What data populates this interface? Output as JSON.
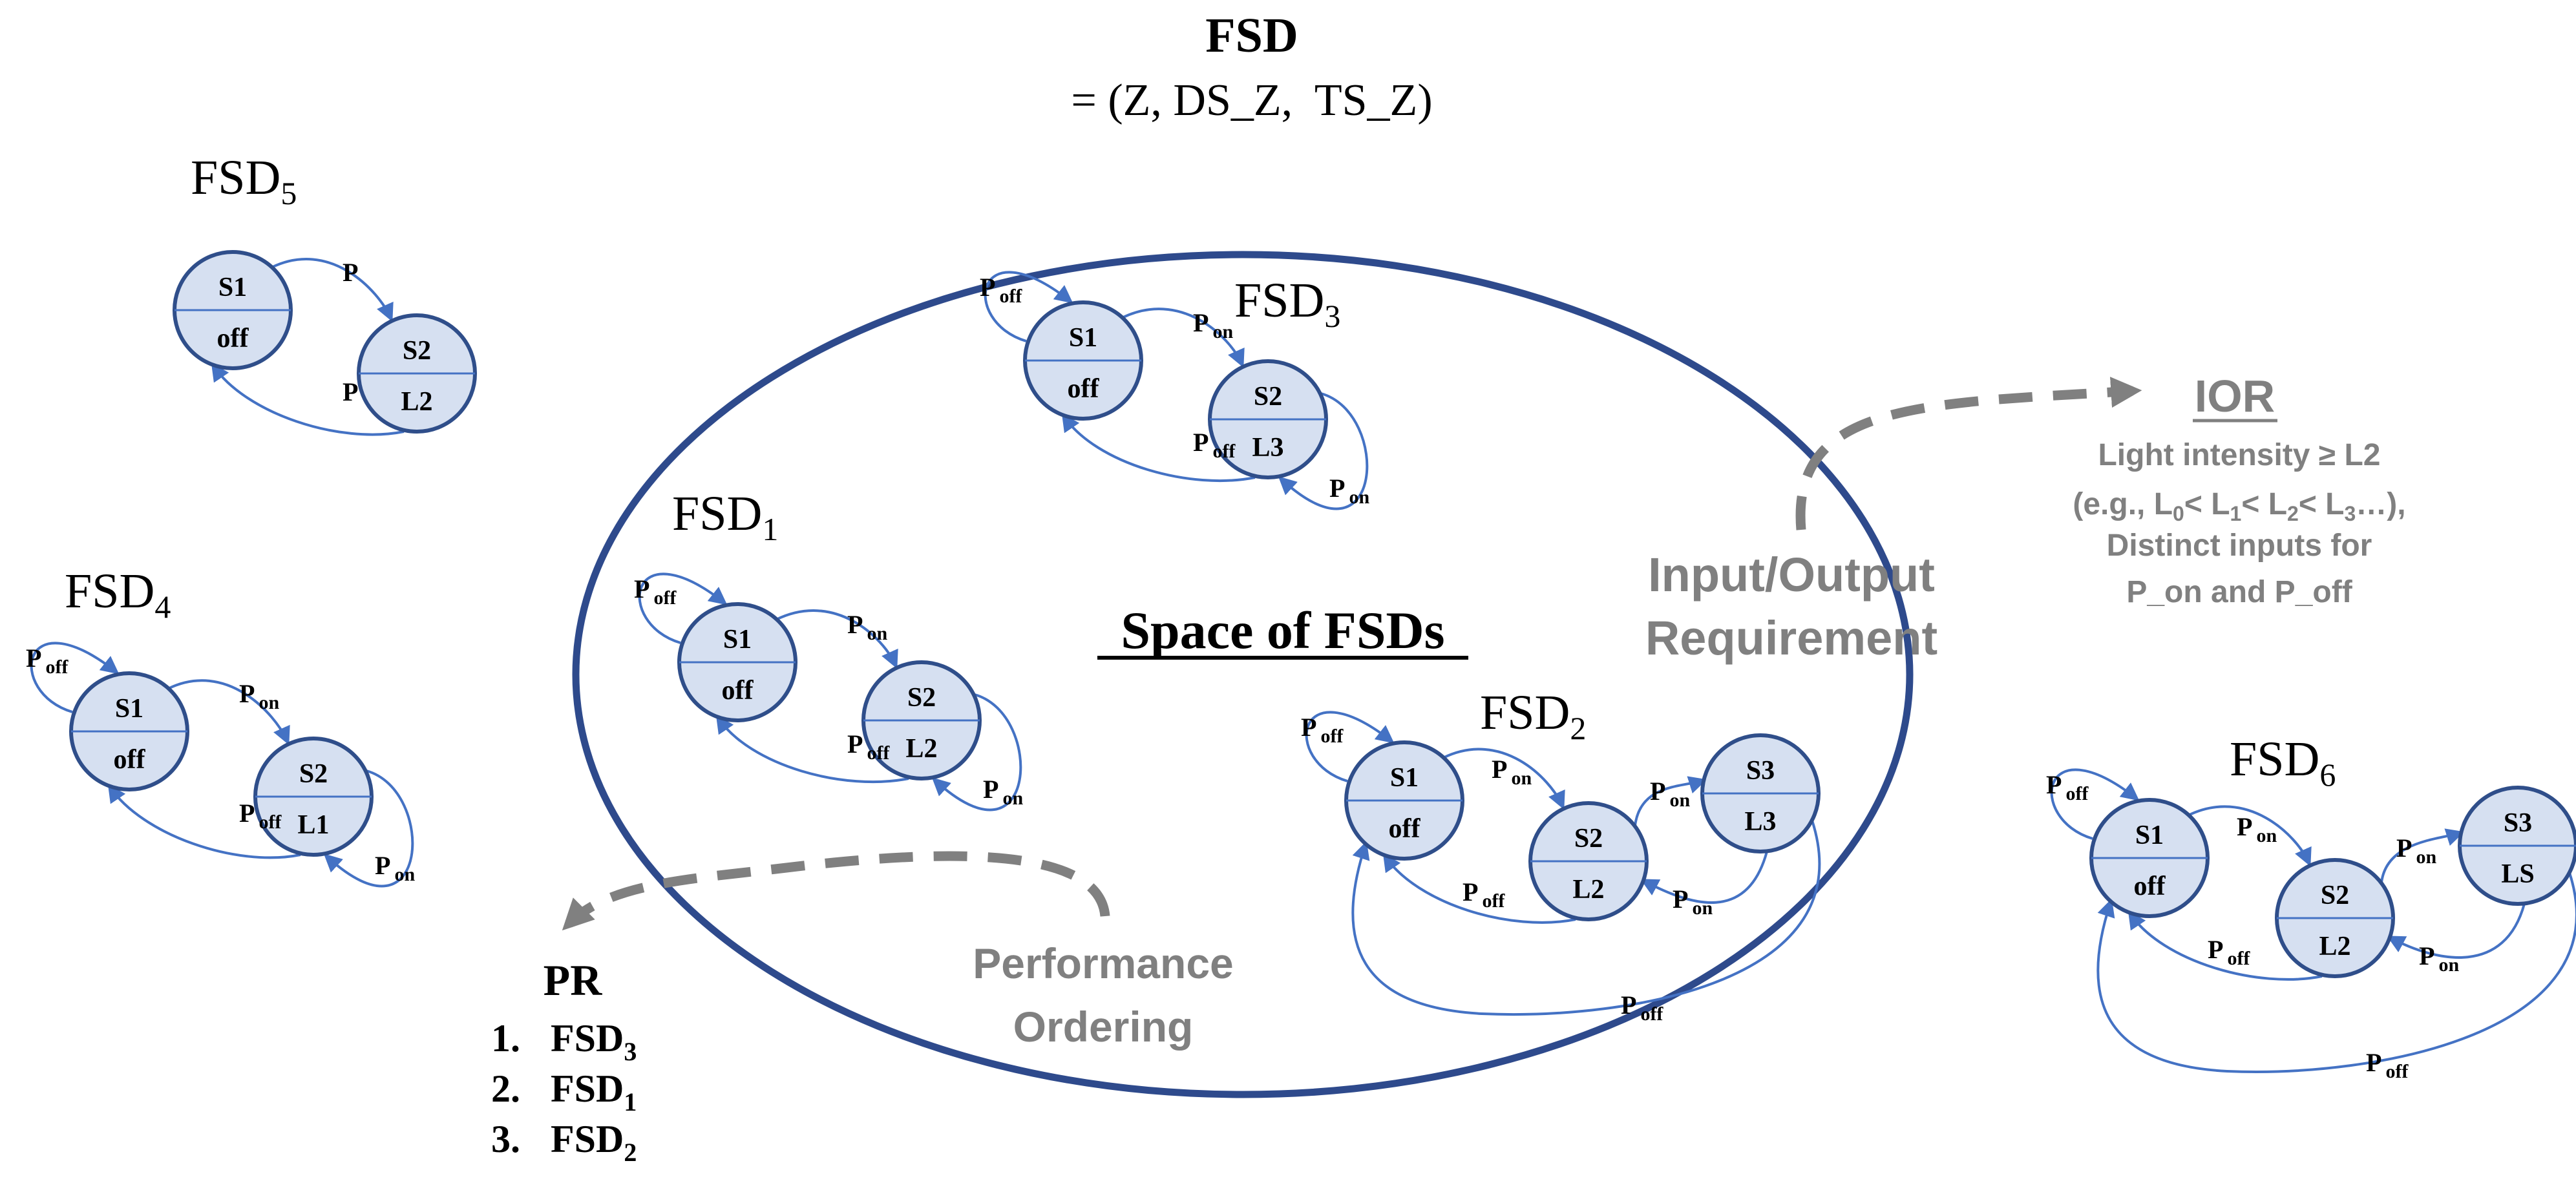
{
  "colors": {
    "state_fill": "#d6e0f1",
    "state_stroke": "#2f4e8a",
    "arrow": "#4472c4",
    "ellipse": "#2e4a8c",
    "gray": "#808080",
    "text": "#000000"
  },
  "header": {
    "title": "FSD",
    "subtitle": "= (Z, DS_Z,  TS_Z)"
  },
  "space_label": "Space of FSDs",
  "ior_link_label": [
    "Input/Output",
    "Requirement"
  ],
  "perf_link_label": [
    "Performance",
    "Ordering"
  ],
  "ior": {
    "title": "IOR",
    "line1": "Light intensity ≥ L2",
    "line2_parts": [
      "(e.g., L",
      "0",
      "< L",
      "1",
      "< L",
      "2",
      "< L",
      "3",
      "…),"
    ],
    "line3": "Distinct inputs for",
    "line4": "P_on and P_off"
  },
  "pr": {
    "title": "PR",
    "items": [
      {
        "num": "1.",
        "name": "FSD",
        "sub": "3"
      },
      {
        "num": "2.",
        "name": "FSD",
        "sub": "1"
      },
      {
        "num": "3.",
        "name": "FSD",
        "sub": "2"
      }
    ]
  },
  "diagrams": [
    {
      "name": "FSD",
      "sub": "5",
      "states": [
        {
          "id": "S1",
          "out": "off"
        },
        {
          "id": "S2",
          "out": "L2"
        }
      ],
      "labels": {
        "fwd": [
          "P",
          ""
        ],
        "back": [
          "P",
          ""
        ]
      }
    },
    {
      "name": "FSD",
      "sub": "4",
      "states": [
        {
          "id": "S1",
          "out": "off"
        },
        {
          "id": "S2",
          "out": "L1"
        }
      ],
      "labels": {
        "self1": [
          "P",
          "off"
        ],
        "fwd": [
          "P",
          "on"
        ],
        "back": [
          "P",
          "off"
        ],
        "self2": [
          "P",
          "on"
        ]
      }
    },
    {
      "name": "FSD",
      "sub": "1",
      "states": [
        {
          "id": "S1",
          "out": "off"
        },
        {
          "id": "S2",
          "out": "L2"
        }
      ],
      "labels": {
        "self1": [
          "P",
          "off"
        ],
        "fwd": [
          "P",
          "on"
        ],
        "back": [
          "P",
          "off"
        ],
        "self2": [
          "P",
          "on"
        ]
      }
    },
    {
      "name": "FSD",
      "sub": "3",
      "states": [
        {
          "id": "S1",
          "out": "off"
        },
        {
          "id": "S2",
          "out": "L3"
        }
      ],
      "labels": {
        "self1": [
          "P",
          "off"
        ],
        "fwd": [
          "P",
          "on"
        ],
        "back": [
          "P",
          "off"
        ],
        "self2": [
          "P",
          "on"
        ]
      }
    },
    {
      "name": "FSD",
      "sub": "2",
      "states": [
        {
          "id": "S1",
          "out": "off"
        },
        {
          "id": "S2",
          "out": "L2"
        },
        {
          "id": "S3",
          "out": "L3"
        }
      ],
      "labels": {
        "self1": [
          "P",
          "off"
        ],
        "fwd12": [
          "P",
          "on"
        ],
        "back21": [
          "P",
          "off"
        ],
        "fwd23": [
          "P",
          "on"
        ],
        "back32": [
          "P",
          "on"
        ],
        "back31": [
          "P",
          "off"
        ]
      }
    },
    {
      "name": "FSD",
      "sub": "6",
      "states": [
        {
          "id": "S1",
          "out": "off"
        },
        {
          "id": "S2",
          "out": "L2"
        },
        {
          "id": "S3",
          "out": "LS"
        }
      ],
      "labels": {
        "self1": [
          "P",
          "off"
        ],
        "fwd12": [
          "P",
          "on"
        ],
        "back21": [
          "P",
          "off"
        ],
        "fwd23": [
          "P",
          "on"
        ],
        "back32": [
          "P",
          "on"
        ],
        "back31": [
          "P",
          "off"
        ]
      }
    }
  ]
}
